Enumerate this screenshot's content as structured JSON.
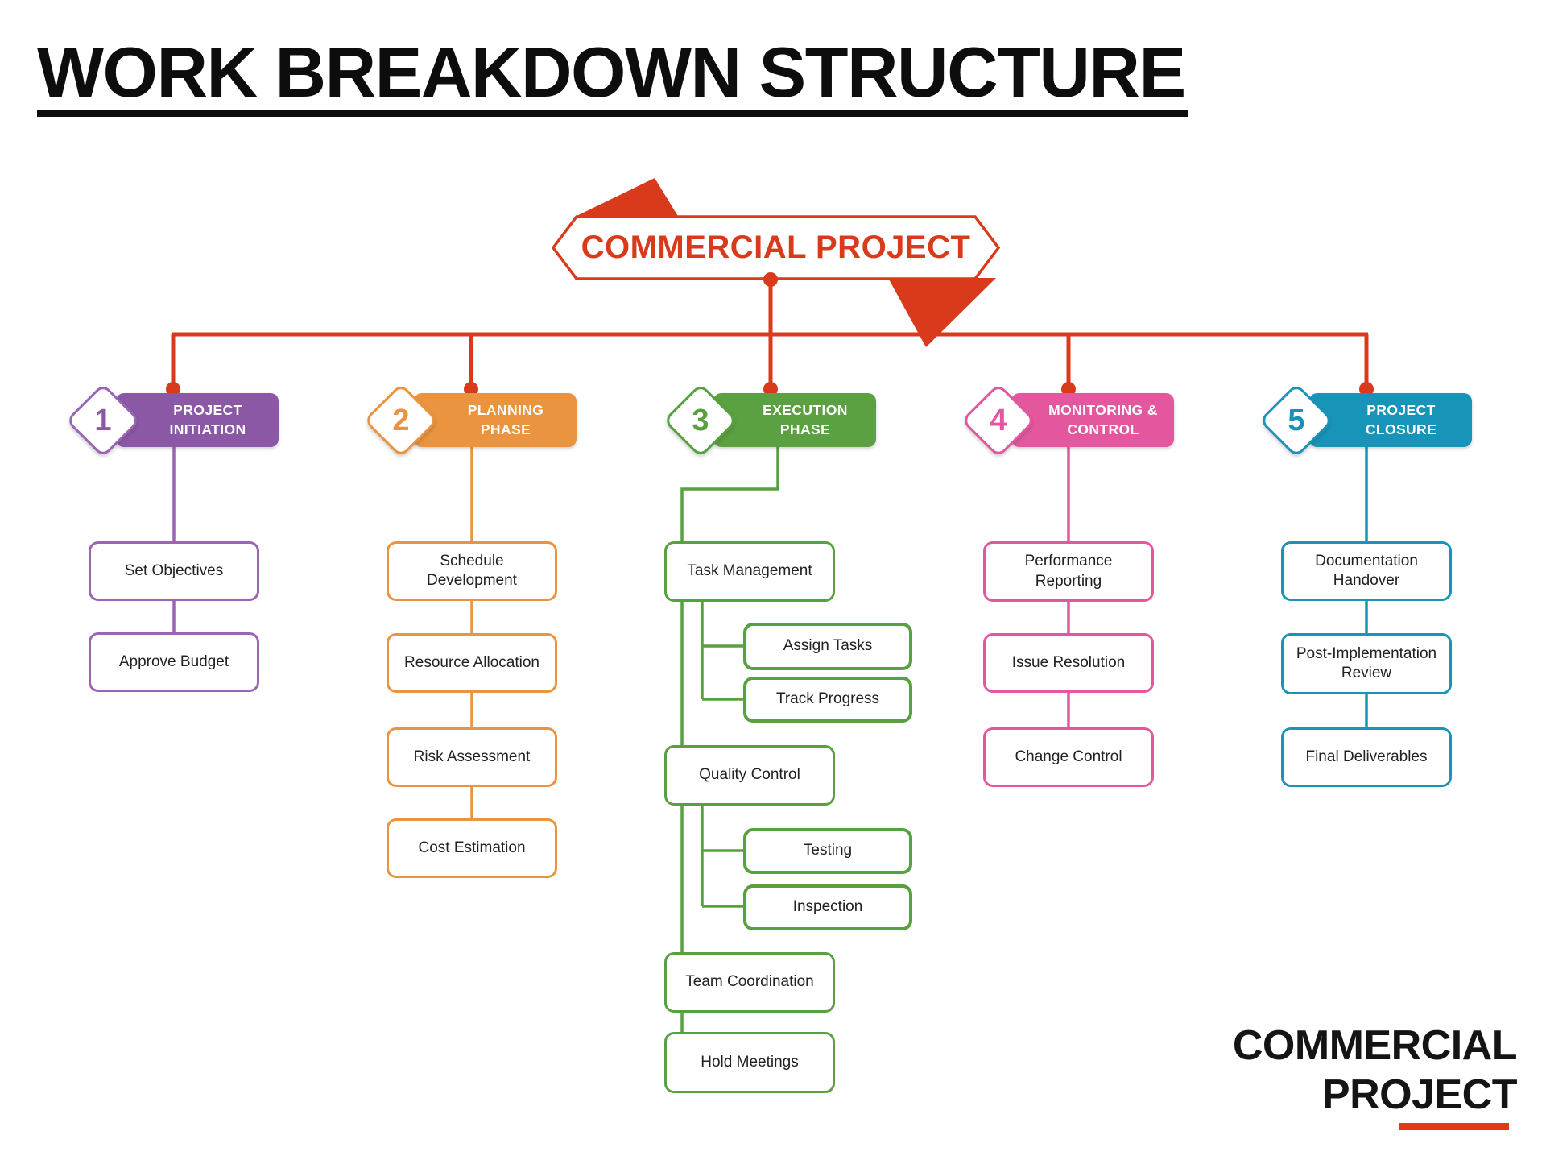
{
  "title": "WORK BREAKDOWN STRUCTURE",
  "root": {
    "label": "COMMERCIAL PROJECT"
  },
  "colors": {
    "accent_red": "#d93a1b",
    "phase1_purple": "#8b58a6",
    "phase2_orange": "#ea9440",
    "phase3_green": "#5ba041",
    "phase4_pink": "#e4579e",
    "phase5_teal": "#1894b9"
  },
  "phases": [
    {
      "number": "1",
      "lines": [
        "PROJECT",
        "INITIATION"
      ],
      "items": [
        {
          "label": "Set Objectives"
        },
        {
          "label": "Approve Budget"
        }
      ]
    },
    {
      "number": "2",
      "lines": [
        "PLANNING",
        "PHASE"
      ],
      "items": [
        {
          "label": "Schedule Development"
        },
        {
          "label": "Resource Allocation"
        },
        {
          "label": "Risk Assessment"
        },
        {
          "label": "Cost Estimation"
        }
      ]
    },
    {
      "number": "3",
      "lines": [
        "EXECUTION",
        "PHASE"
      ],
      "items": [
        {
          "label": "Task Management",
          "children": [
            {
              "label": "Assign Tasks"
            },
            {
              "label": "Track Progress"
            }
          ]
        },
        {
          "label": "Quality Control",
          "children": [
            {
              "label": "Testing"
            },
            {
              "label": "Inspection"
            }
          ]
        },
        {
          "label": "Team Coordination"
        },
        {
          "label": "Hold Meetings"
        }
      ]
    },
    {
      "number": "4",
      "lines": [
        "MONITORING &",
        "CONTROL"
      ],
      "items": [
        {
          "label": "Performance Reporting"
        },
        {
          "label": "Issue Resolution"
        },
        {
          "label": "Change Control"
        }
      ]
    },
    {
      "number": "5",
      "lines": [
        "PROJECT",
        "CLOSURE"
      ],
      "items": [
        {
          "label": "Documentation Handover"
        },
        {
          "label": "Post-Implementation Review"
        },
        {
          "label": "Final Deliverables"
        }
      ]
    }
  ],
  "logo": {
    "line1": "COMMERCIAL",
    "line2": "PROJECT"
  }
}
